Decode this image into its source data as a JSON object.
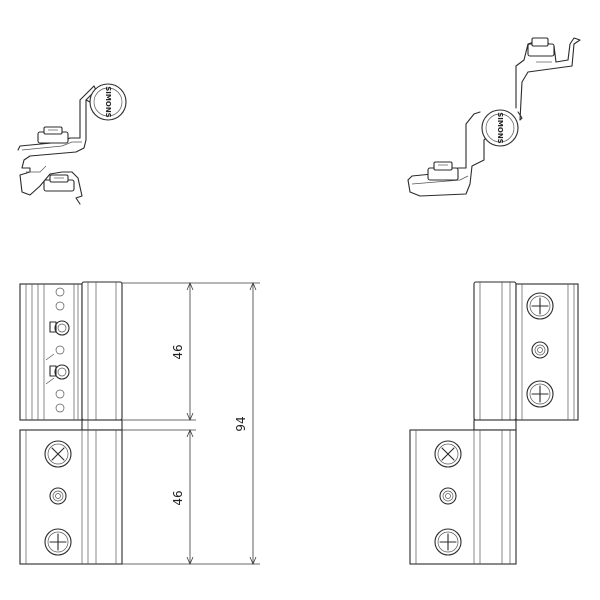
{
  "dimensions": {
    "upper_leaf": "46",
    "lower_leaf": "46",
    "total_height": "94"
  },
  "brand": {
    "logo_text": "SIMONS"
  },
  "colors": {
    "line": "#2b2b2b",
    "background": "#ffffff"
  }
}
